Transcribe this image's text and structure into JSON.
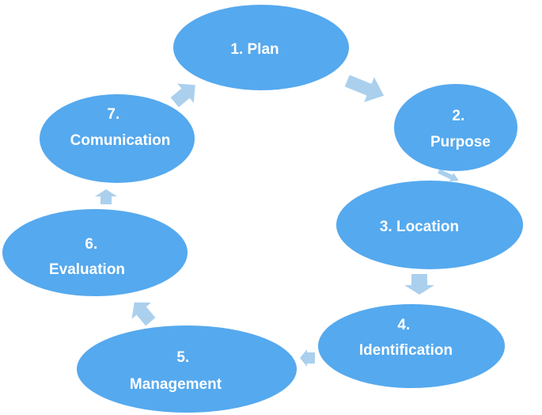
{
  "colors": {
    "node_fill": "#55a9ee",
    "arrow_fill": "#aad0ee",
    "text": "#ffffff",
    "background": "#ffffff"
  },
  "steps": [
    {
      "lines": [
        "1. Plan"
      ]
    },
    {
      "lines": [
        "2.",
        "Purpose"
      ]
    },
    {
      "lines": [
        "3. Location"
      ]
    },
    {
      "lines": [
        "4.",
        "Identification"
      ]
    },
    {
      "lines": [
        "5.",
        "Management"
      ]
    },
    {
      "lines": [
        "6.",
        "Evaluation"
      ]
    },
    {
      "lines": [
        "7.",
        "Comunication"
      ]
    }
  ]
}
